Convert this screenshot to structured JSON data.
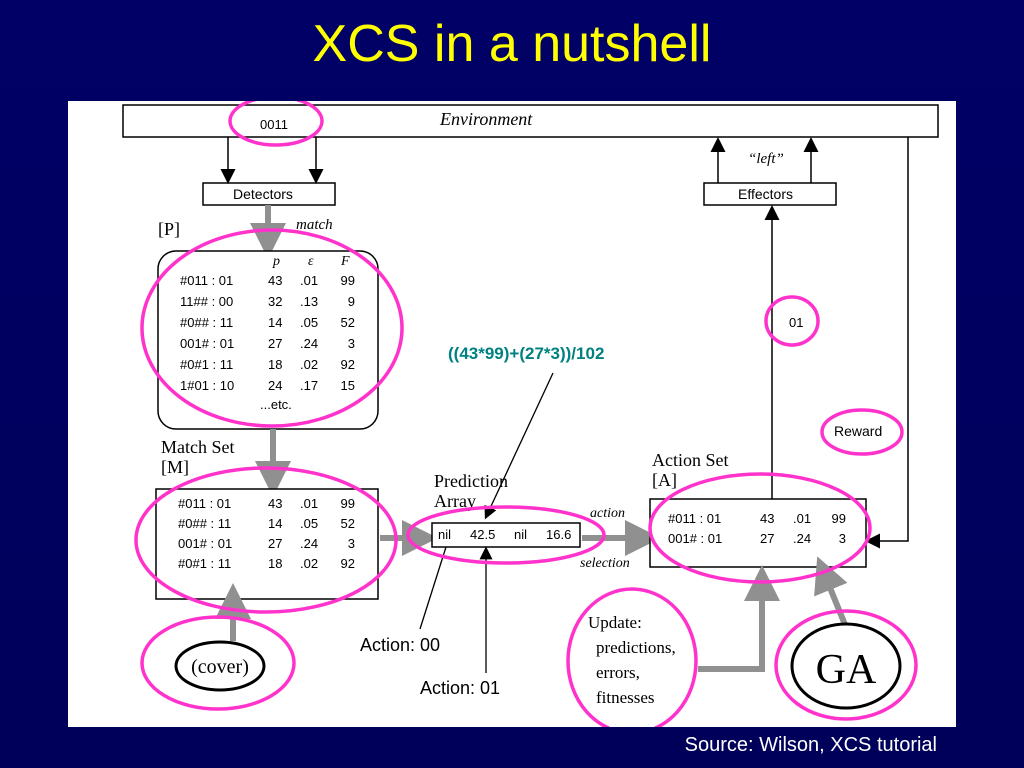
{
  "title": "XCS in a nutshell",
  "source": "Source: Wilson, XCS tutorial",
  "environment": {
    "label": "Environment",
    "input": "0011"
  },
  "detectors": "Detectors",
  "effectors": "Effectors",
  "left_quote": "“left”",
  "population": {
    "label": "[P]",
    "match_label": "match",
    "headers": [
      "p",
      "ε",
      "F"
    ],
    "rows": [
      {
        "cond": "#011 : 01",
        "p": "43",
        "e": ".01",
        "f": "99"
      },
      {
        "cond": "11## : 00",
        "p": "32",
        "e": ".13",
        "f": "9"
      },
      {
        "cond": "#0## : 11",
        "p": "14",
        "e": ".05",
        "f": "52"
      },
      {
        "cond": "001# : 01",
        "p": "27",
        "e": ".24",
        "f": "3"
      },
      {
        "cond": "#0#1 : 11",
        "p": "18",
        "e": ".02",
        "f": "92"
      },
      {
        "cond": "1#01 : 10",
        "p": "24",
        "e": ".17",
        "f": "15"
      }
    ],
    "etc": "...etc."
  },
  "match_set": {
    "label1": "Match Set",
    "label2": "[M]",
    "rows": [
      {
        "cond": "#011 : 01",
        "p": "43",
        "e": ".01",
        "f": "99"
      },
      {
        "cond": "#0## : 11",
        "p": "14",
        "e": ".05",
        "f": "52"
      },
      {
        "cond": "001# : 01",
        "p": "27",
        "e": ".24",
        "f": "3"
      },
      {
        "cond": "#0#1 : 11",
        "p": "18",
        "e": ".02",
        "f": "92"
      }
    ]
  },
  "prediction_array": {
    "label1": "Prediction",
    "label2": "Array",
    "cells": [
      "nil",
      "42.5",
      "nil",
      "16.6"
    ]
  },
  "action_selection": {
    "line1": "action",
    "line2": "selection"
  },
  "action_set": {
    "label1": "Action Set",
    "label2": "[A]",
    "rows": [
      {
        "cond": "#011 : 01",
        "p": "43",
        "e": ".01",
        "f": "99"
      },
      {
        "cond": "001# : 01",
        "p": "27",
        "e": ".24",
        "f": "3"
      }
    ]
  },
  "action_output": "01",
  "reward": "Reward",
  "cover": "(cover)",
  "ga": "GA",
  "update": [
    "Update:",
    "predictions,",
    "errors,",
    "fitnesses"
  ],
  "formula": "((43*99)+(27*3))/102",
  "action00": "Action: 00",
  "action01": "Action: 01",
  "colors": {
    "background": "#000066",
    "title": "#ffff00",
    "highlight": "#ff33cc",
    "formula": "#008080",
    "arrow_gray": "#909090"
  }
}
